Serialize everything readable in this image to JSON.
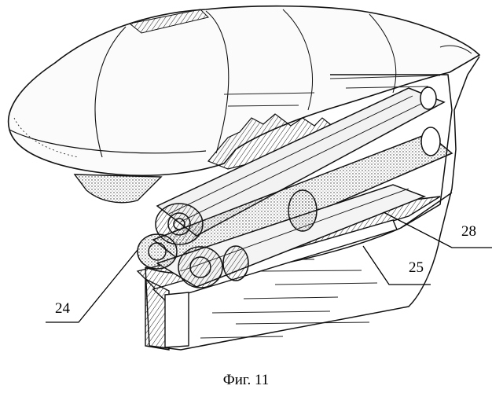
{
  "figure": {
    "caption": "Фиг. 11",
    "callouts": [
      {
        "id": "28",
        "text": "28"
      },
      {
        "id": "25",
        "text": "25"
      },
      {
        "id": "24",
        "text": "24"
      }
    ]
  }
}
